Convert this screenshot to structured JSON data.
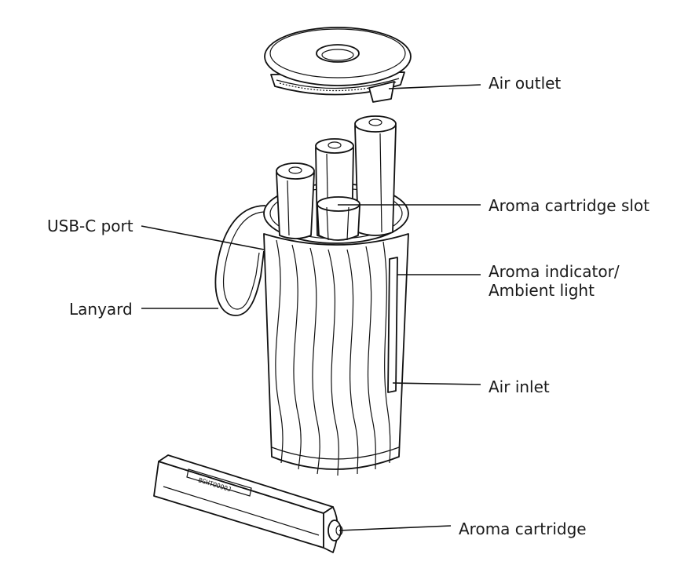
{
  "labels": {
    "air_outlet": "Air outlet",
    "aroma_cartridge_slot": "Aroma cartridge slot",
    "usb_c_port": "USB-C port",
    "aroma_indicator_line1": "Aroma indicator/",
    "aroma_indicator_line2": "Ambient light",
    "lanyard": "Lanyard",
    "air_inlet": "Air inlet",
    "aroma_cartridge": "Aroma cartridge"
  },
  "cartridge_print": "BGHTOOOOJ",
  "colors": {
    "line": "#111111",
    "background": "#ffffff"
  }
}
